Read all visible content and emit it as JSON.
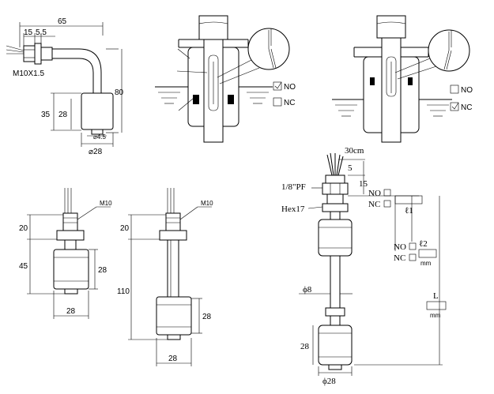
{
  "fig_a": {
    "dim_65": "65",
    "dim_15": "15",
    "dim_5_5": "5.5",
    "thread": "M10X1.5",
    "dim_80": "80",
    "dim_35": "35",
    "dim_28": "28",
    "dim_d45": "⌀4.5",
    "dim_d28": "⌀28"
  },
  "fig_no": {
    "no": "NO",
    "nc": "NC"
  },
  "fig_nc": {
    "no": "NO",
    "nc": "NC"
  },
  "fig_c": {
    "thread": "M10",
    "dim_20": "20",
    "dim_45": "45",
    "dim_28_side": "28",
    "dim_28_bottom": "28"
  },
  "fig_d": {
    "thread": "M10",
    "dim_20": "20",
    "dim_110": "110",
    "dim_28_side": "28",
    "dim_28_bottom": "28"
  },
  "fig_e": {
    "cable": "30cm",
    "dim_5": "5",
    "dim_15": "15",
    "pf": "1/8\"PF",
    "hex": "Hex17",
    "no1": "NO",
    "nc1": "NC",
    "l1": "ℓ1",
    "no2": "NO",
    "nc2": "NC",
    "l2": "ℓ2",
    "mm2": "mm",
    "dim_L": "L",
    "mmL": "mm",
    "phi8": "ϕ8",
    "dim_28": "28",
    "phi28": "ϕ28"
  }
}
